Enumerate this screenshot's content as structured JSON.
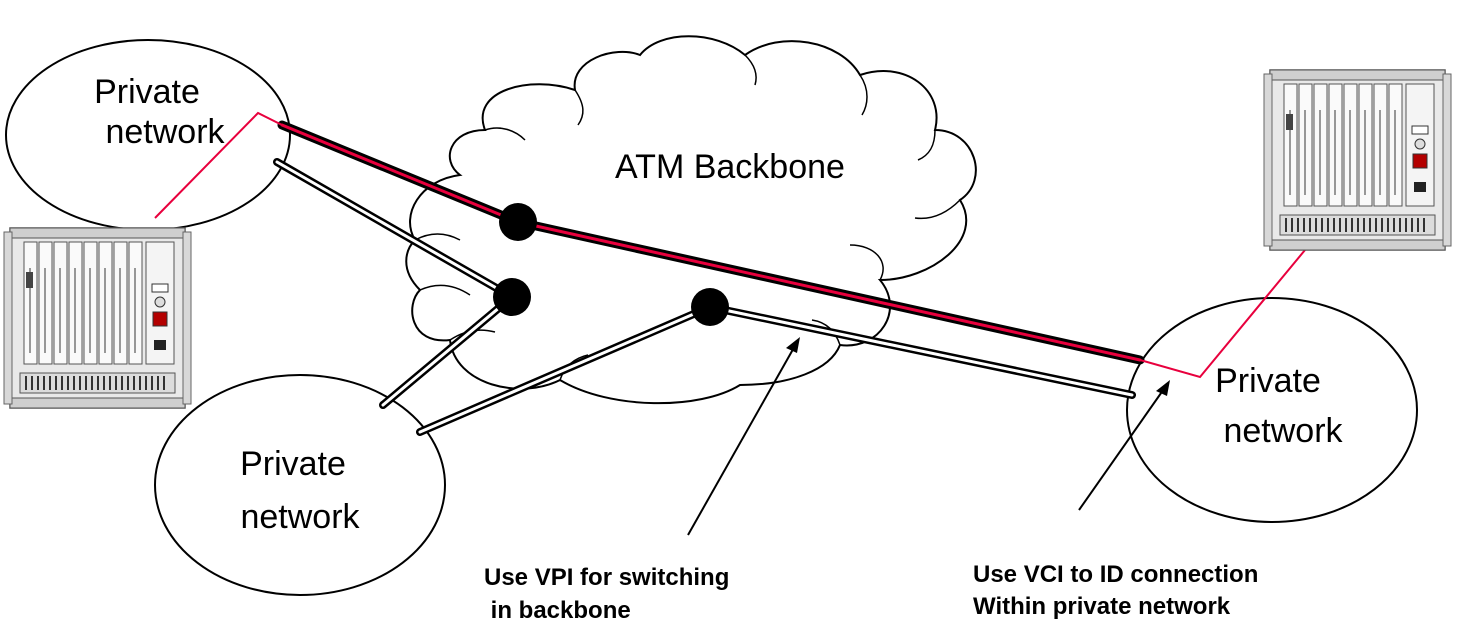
{
  "nodes": {
    "top_left_network": [
      "Private",
      "network"
    ],
    "bottom_left_network": [
      "Private",
      "network"
    ],
    "right_network": [
      "Private",
      "network"
    ],
    "backbone": "ATM Backbone"
  },
  "annotations": {
    "vpi": [
      "Use VPI for switching",
      " in backbone"
    ],
    "vci": [
      "Use VCI to ID connection",
      "Within private network"
    ]
  },
  "colors": {
    "highlight_line": "#e8003d",
    "trunk": "#000000",
    "background": "#ffffff"
  },
  "icons": {
    "left_equipment": "atm-switch-rack-icon",
    "right_equipment": "atm-switch-rack-icon"
  }
}
